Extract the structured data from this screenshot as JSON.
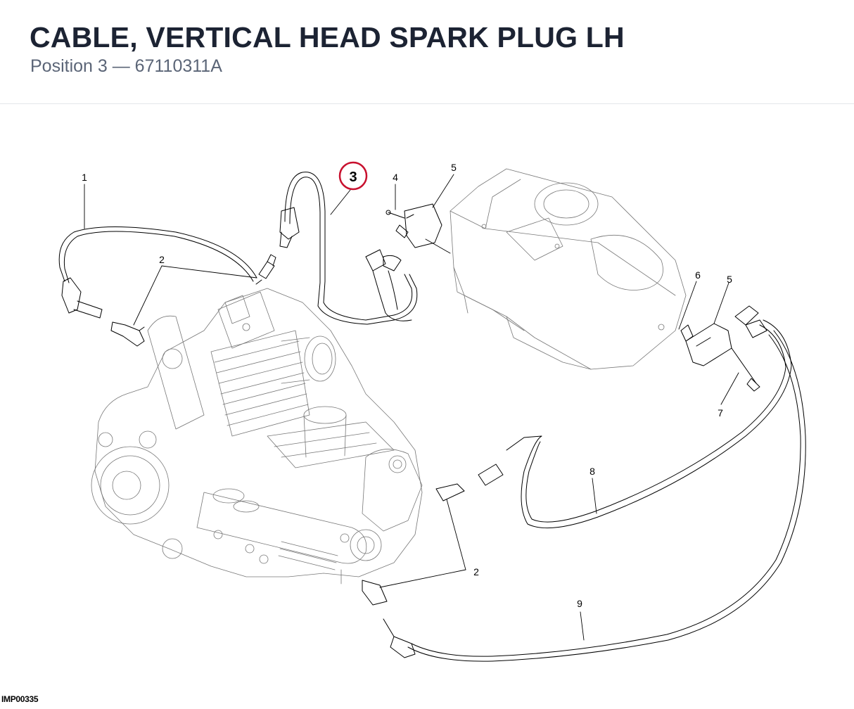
{
  "header": {
    "title": "CABLE, VERTICAL HEAD SPARK PLUG LH",
    "subtitle": "Position 3 — 67110311A"
  },
  "diagram": {
    "callouts": [
      "1",
      "2",
      "3",
      "4",
      "5",
      "5",
      "6",
      "7",
      "8",
      "9",
      "2"
    ],
    "highlighted_callout": "3",
    "highlight_color": "#c8102e",
    "line_color": "#000000"
  },
  "footer": {
    "image_ref": "IMP00335"
  }
}
